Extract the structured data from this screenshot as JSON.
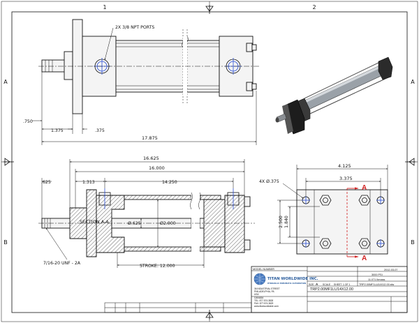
{
  "border": {
    "zone_top_1": "1",
    "zone_top_2": "2",
    "zone_left_a": "A",
    "zone_left_b": "B",
    "zone_right_a": "A",
    "zone_right_b": "B"
  },
  "top_view": {
    "port_note": "2X 3/8 NPT PORTS",
    "dim_750": ".750",
    "dim_1375": "1.375",
    "dim_375": ".375",
    "dim_17875": "17.875"
  },
  "section_view": {
    "dim_16625": "16.625",
    "dim_16000": "16.000",
    "dim_625": ".625",
    "dim_1313": "1.313",
    "dim_14250": "14.250",
    "section_label": "SECTION A-A",
    "dia_625": "Ø.625",
    "dia_2000": "Ø2.000",
    "thread_note": "7/16-20 UNF - 2A",
    "stroke_note": "STROKE: 12.000"
  },
  "end_view": {
    "dim_4125": "4.125",
    "dim_3375": "3.375",
    "holes_note": "4X Ø.375",
    "dim_2500": "2.500",
    "dim_1840": "1.840",
    "section_mark_1": "A",
    "section_mark_2": "A"
  },
  "title_block": {
    "model_number_label": "MODEL NUMBER",
    "company_name": "TITAN WORLDWIDE INC.",
    "company_tag": "HYDRAULIC  PNEUMATIC  AUTOMATION",
    "address_1": "36 INDUSTRIAL STREET",
    "address_2": "PHILADELPHIA, PA",
    "address_3": "USA",
    "address_4": "CANADA",
    "address_5": "TEL: 877.574.3828",
    "address_6": "FAX: 877.574.3829",
    "address_7": "www.titanworldwide.com",
    "date": "2012-03-07",
    "pressure": "3000 PSI",
    "weight": "11.071 lbmass",
    "size_label": "SIZE",
    "size_value": "A",
    "scale_label": "SCALE",
    "sheet_label": "SHEET",
    "sheet_value": "1 OF 1",
    "drawing_file": "TRP2.00MF1LU14X12.00.slw",
    "drawing_number": "TRP2.00MF1LU14X12.00"
  }
}
